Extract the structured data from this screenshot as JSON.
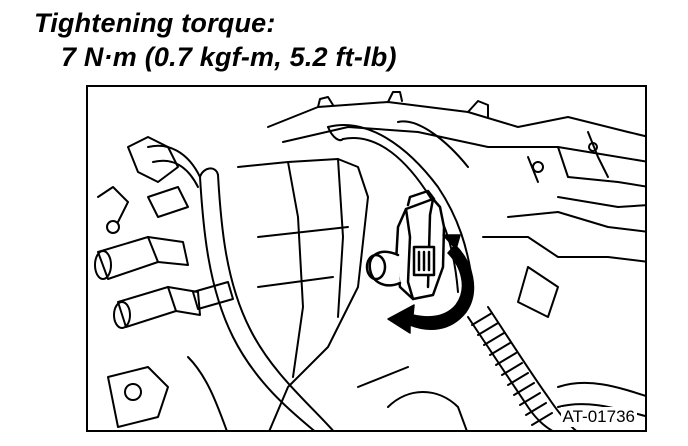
{
  "heading": {
    "title": "Tightening torque:",
    "value": "7 N·m (0.7 kgf-m, 5.2 ft-lb)"
  },
  "figure": {
    "code": "AT-01736",
    "components": {
      "sensor": "sensor-connector",
      "arrow": "rotation-direction-arrow"
    }
  }
}
